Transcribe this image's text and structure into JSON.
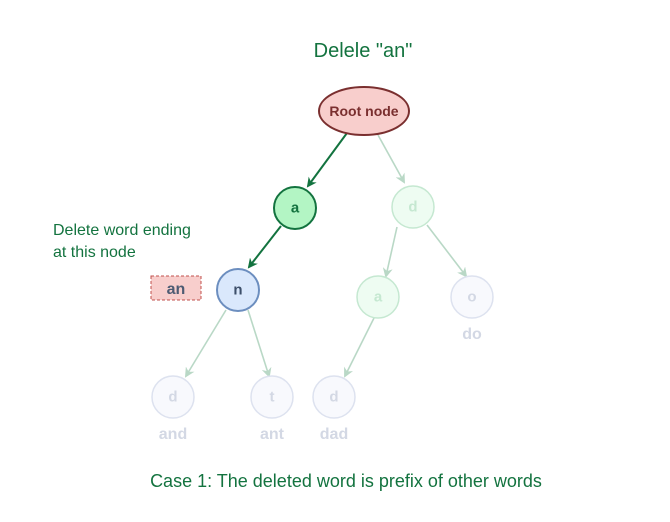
{
  "title": "Delele \"an\"",
  "caption": "Case 1: The deleted word is prefix of other words",
  "annotation": {
    "line1": "Delete word ending",
    "line2": "at this node"
  },
  "deleted_word_tag": "an",
  "nodes": {
    "root": {
      "label": "Root node",
      "state": "root"
    },
    "a": {
      "label": "a",
      "state": "path"
    },
    "n": {
      "label": "n",
      "state": "target"
    },
    "d1": {
      "label": "d",
      "state": "faded-green"
    },
    "nd": {
      "label": "d",
      "state": "faded-blue",
      "word": "and"
    },
    "nt": {
      "label": "t",
      "state": "faded-blue",
      "word": "ant"
    },
    "da": {
      "label": "a",
      "state": "faded-green"
    },
    "do": {
      "label": "o",
      "state": "faded-blue",
      "word": "do"
    },
    "dad": {
      "label": "d",
      "state": "faded-blue",
      "word": "dad"
    }
  },
  "colors": {
    "accent_green": "#13733f",
    "root_fill": "#f8cecc",
    "root_stroke": "#7a2f2f",
    "path_fill": "#b3f5c4",
    "target_fill": "#dae8fc",
    "target_stroke": "#6c8ebf",
    "tag_fill": "#f8cecc",
    "tag_stroke": "#c0504d"
  }
}
